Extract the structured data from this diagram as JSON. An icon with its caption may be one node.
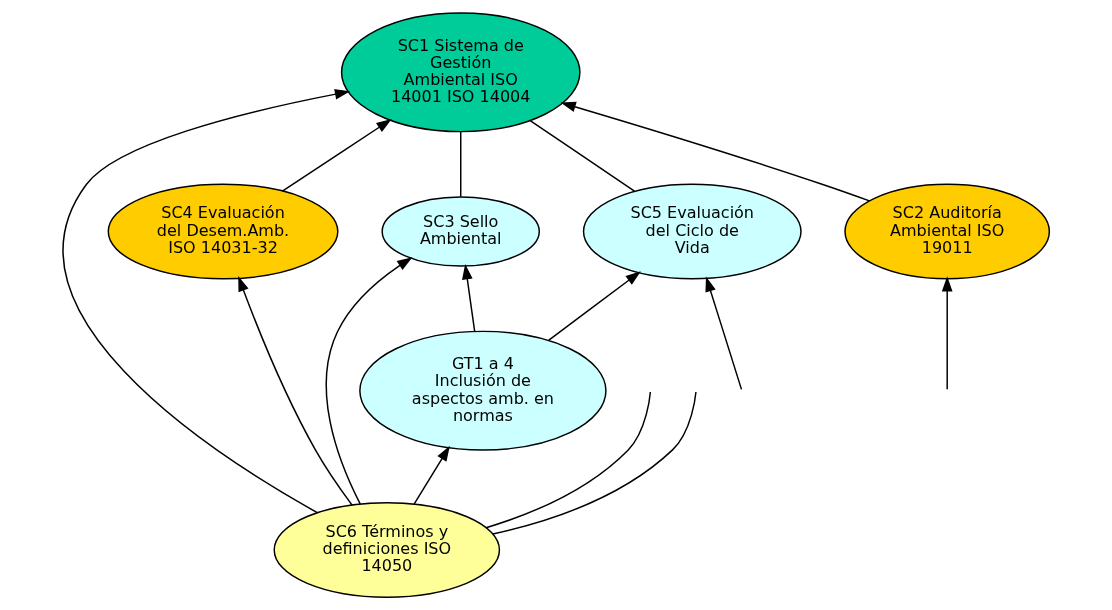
{
  "diagram": {
    "nodes": [
      {
        "text": [
          "SC2 Auditoría Ambiental ISO 19011"
        ]
      },
      {
        "text": [
          "SC5 Evaluación del Ciclo de Vida"
        ]
      },
      {
        "text": [
          "SC1 Sistema de Gestión Ambiental ISO 14001 ISO 14004"
        ]
      },
      {
        "text": [
          "SC4 Evaluación del Desem.Amb. ISO 14031-32"
        ]
      },
      {
        "text": [
          "SC3 Sello Ambiental"
        ]
      },
      {
        "text": [
          "SC6 Términos y definiciones ISO 14050"
        ]
      },
      {
        "text": [
          "GT1 a 4 Inclusión de aspectos amb. en normas"
        ]
      }
    ],
    "edges": [
      {
        "from": 0,
        "to": 2,
        "arrow": "to"
      },
      {
        "from": 3,
        "to": 2,
        "arrow": "to"
      },
      {
        "from": 1,
        "to": 2,
        "arrow": "none"
      },
      {
        "from": 4,
        "to": 2,
        "arrow": "none"
      },
      {
        "from": 5,
        "to": 2,
        "arrow": "to"
      },
      {
        "from": 5,
        "to": 3,
        "arrow": "to"
      },
      {
        "from": 5,
        "to": 4,
        "arrow": "to"
      },
      {
        "from": 5,
        "to": 6,
        "arrow": "to"
      },
      {
        "from": 6,
        "to": 4,
        "arrow": "to"
      },
      {
        "from": 6,
        "to": 1,
        "arrow": "to"
      },
      {
        "from": null,
        "to": 0,
        "arrow": "to"
      },
      {
        "from": null,
        "to": 1,
        "arrow": "to"
      },
      {
        "from": 5,
        "to": null,
        "arrow": "none"
      },
      {
        "from": 5,
        "to": null,
        "arrow": "none"
      }
    ]
  }
}
